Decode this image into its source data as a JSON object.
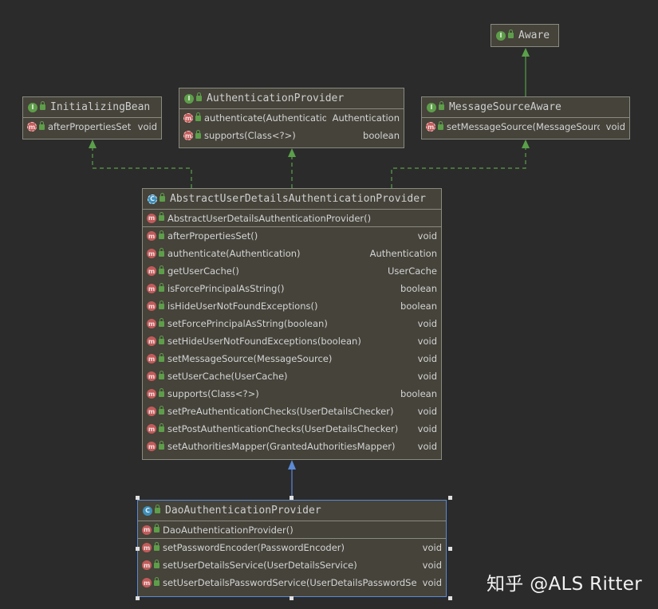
{
  "colors": {
    "background": "#2b2b2b",
    "box_fill": "#45433a",
    "implements_edge": "#5aa04a",
    "extends_edge": "#5b8ad6",
    "selection": "#5b8ad6"
  },
  "nodes": {
    "aware": {
      "title": "Aware",
      "kind": "interface"
    },
    "initializing_bean": {
      "title": "InitializingBean",
      "kind": "interface",
      "methods": [
        {
          "name": "afterPropertiesSet()",
          "ret": "void"
        }
      ]
    },
    "authentication_provider": {
      "title": "AuthenticationProvider",
      "kind": "interface",
      "methods": [
        {
          "name": "authenticate(Authentication)",
          "ret": "Authentication"
        },
        {
          "name": "supports(Class<?>)",
          "ret": "boolean"
        }
      ]
    },
    "message_source_aware": {
      "title": "MessageSourceAware",
      "kind": "interface",
      "methods": [
        {
          "name": "setMessageSource(MessageSource)",
          "ret": "void"
        }
      ]
    },
    "abstract_provider": {
      "title": "AbstractUserDetailsAuthenticationProvider",
      "kind": "abstract-class",
      "constructor": "AbstractUserDetailsAuthenticationProvider()",
      "methods": [
        {
          "name": "afterPropertiesSet()",
          "ret": "void"
        },
        {
          "name": "authenticate(Authentication)",
          "ret": "Authentication"
        },
        {
          "name": "getUserCache()",
          "ret": "UserCache"
        },
        {
          "name": "isForcePrincipalAsString()",
          "ret": "boolean"
        },
        {
          "name": "isHideUserNotFoundExceptions()",
          "ret": "boolean"
        },
        {
          "name": "setForcePrincipalAsString(boolean)",
          "ret": "void"
        },
        {
          "name": "setHideUserNotFoundExceptions(boolean)",
          "ret": "void"
        },
        {
          "name": "setMessageSource(MessageSource)",
          "ret": "void"
        },
        {
          "name": "setUserCache(UserCache)",
          "ret": "void"
        },
        {
          "name": "supports(Class<?>)",
          "ret": "boolean"
        },
        {
          "name": "setPreAuthenticationChecks(UserDetailsChecker)",
          "ret": "void"
        },
        {
          "name": "setPostAuthenticationChecks(UserDetailsChecker)",
          "ret": "void"
        },
        {
          "name": "setAuthoritiesMapper(GrantedAuthoritiesMapper)",
          "ret": "void"
        }
      ]
    },
    "dao_provider": {
      "title": "DaoAuthenticationProvider",
      "kind": "class",
      "constructor": "DaoAuthenticationProvider()",
      "methods": [
        {
          "name": "setPasswordEncoder(PasswordEncoder)",
          "ret": "void"
        },
        {
          "name": "setUserDetailsService(UserDetailsService)",
          "ret": "void"
        },
        {
          "name": "setUserDetailsPasswordService(UserDetailsPasswordService)",
          "ret": "void"
        }
      ]
    }
  },
  "icons": {
    "interface": "I",
    "class": "C",
    "method": "m"
  },
  "watermark": "知乎 @ALS Ritter"
}
